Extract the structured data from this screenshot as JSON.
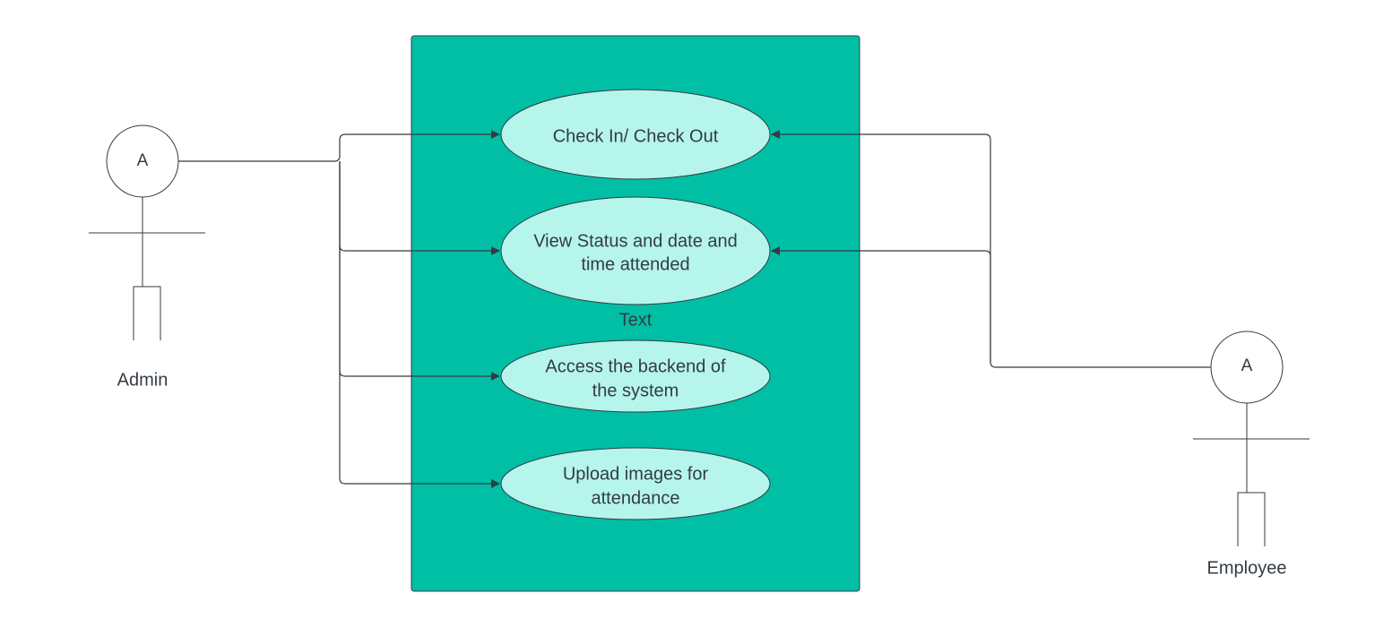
{
  "diagram": {
    "colors": {
      "system_fill": "#00bfa5",
      "usecase_fill": "#b6f5ec",
      "line": "#333b44",
      "text": "#333b44"
    },
    "actors": {
      "admin": {
        "letter": "A",
        "name": "Admin"
      },
      "employee": {
        "letter": "A",
        "name": "Employee"
      }
    },
    "use_cases": [
      {
        "id": "checkin",
        "lines": [
          "Check In/ Check Out"
        ]
      },
      {
        "id": "status",
        "lines": [
          "View Status and date and",
          "time attended"
        ]
      },
      {
        "id": "backend",
        "lines": [
          "Access the backend of",
          "the system"
        ]
      },
      {
        "id": "upload",
        "lines": [
          "Upload images for",
          "attendance"
        ]
      }
    ],
    "loose_text": "Text"
  }
}
